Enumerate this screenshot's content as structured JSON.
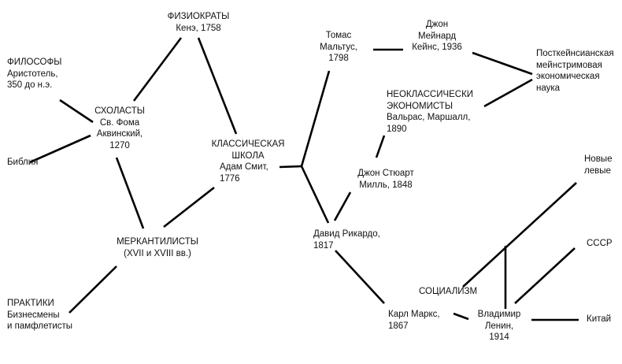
{
  "nodes": {
    "philosophers": [
      "ФИЛОСОФЫ",
      "Аристотель,",
      "350 до н.э."
    ],
    "bible": [
      "Библия"
    ],
    "scholastics": [
      "СХОЛАСТЫ",
      "Св. Фома",
      "Аквинский,",
      "1270"
    ],
    "physiocrats": [
      "ФИЗИОКРАТЫ",
      "Кенэ, 1758"
    ],
    "mercantilists": [
      "МЕРКАНТИЛИСТЫ",
      "(XVII и XVIII вв.)"
    ],
    "practitioners": [
      "ПРАКТИКИ",
      "Бизнесмены",
      "и памфлетисты"
    ],
    "classical": [
      "КЛАССИЧЕСКАЯ",
      "ШКОЛА",
      "Адам Смит,",
      "1776"
    ],
    "malthus": [
      "Томас",
      "Мальтус,",
      "1798"
    ],
    "keynes": [
      "Джон",
      "Мейнард",
      "Кейнс, 1936"
    ],
    "postkeynes": [
      "Посткейнсианская",
      "мейнстримовая",
      "экономическая",
      "наука"
    ],
    "neoclassical": [
      "НЕОКЛАССИЧЕСКИ",
      "ЭКОНОМИСТЫ",
      "Вальрас, Маршалл,",
      "1890"
    ],
    "mill": [
      "Джон Стюарт",
      "Милль, 1848"
    ],
    "ricardo": [
      "Давид Рикардо,",
      "1817"
    ],
    "socialism": [
      "СОЦИАЛИЗМ"
    ],
    "marx": [
      "Карл Маркс,",
      "1867"
    ],
    "lenin": [
      "Владимир",
      "Ленин,",
      "1914"
    ],
    "newleft": [
      "Новые",
      "левые"
    ],
    "ussr": [
      "СССР"
    ],
    "china": [
      "Китай"
    ]
  }
}
